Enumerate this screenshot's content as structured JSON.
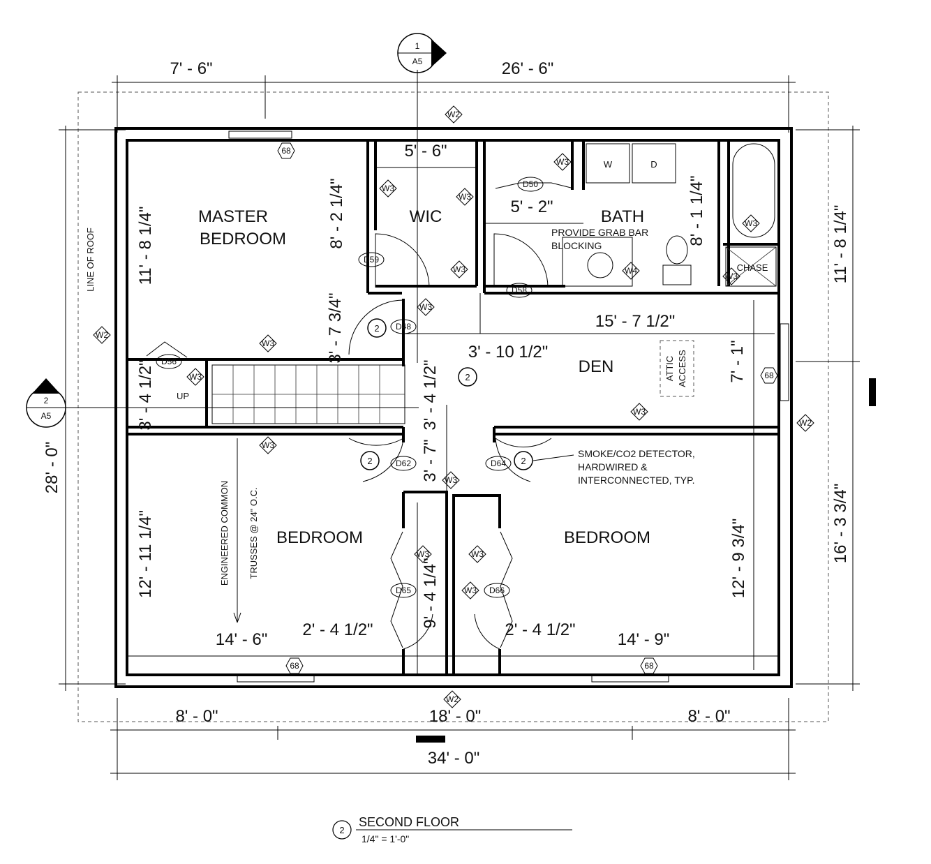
{
  "rooms": {
    "master_bedroom_line1": "MASTER",
    "master_bedroom_line2": "BEDROOM",
    "wic": "WIC",
    "bath": "BATH",
    "den": "DEN",
    "bedroom_left": "BEDROOM",
    "bedroom_right": "BEDROOM",
    "chase": "CHASE",
    "up": "UP",
    "attic_line1": "ATTIC",
    "attic_line2": "ACCESS",
    "washer": "W",
    "dryer": "D"
  },
  "dimensions": {
    "top_left": "7' - 6\"",
    "top_right": "26' - 6\"",
    "bottom_left": "8' - 0\"",
    "bottom_middle": "18' - 0\"",
    "bottom_right": "8' - 0\"",
    "overall_width": "34' - 0\"",
    "overall_depth": "28' - 0\"",
    "right_upper": "11' - 8 1/4\"",
    "right_lower": "16' - 3 3/4\"",
    "master_height": "11' - 8 1/4\"",
    "master_wic_wall": "8' - 2 1/4\"",
    "wic_width": "5' - 6\"",
    "bath_width": "5' - 2\"",
    "bath_height": "8' - 1 1/4\"",
    "hall_upper": "3' - 7 3/4\"",
    "hall_left": "3' - 4 1/2\"",
    "hall_mid": "3' - 4 1/2\"",
    "hall_low": "3' - 7\"",
    "den_width": "15' - 7 1/2\"",
    "den_offset": "3' - 10 1/2\"",
    "den_height": "7' - 1\"",
    "left_bed_height": "12' - 11 1/4\"",
    "left_bed_width": "14' - 6\"",
    "right_bed_height": "12' - 9 3/4\"",
    "right_bed_width": "14' - 9\"",
    "closet_left": "2' - 4 1/2\"",
    "closet_right": "2' - 4 1/2\"",
    "closet_depth": "9' - 4 1/4\""
  },
  "notes": {
    "line_of_roof": "LINE OF ROOF",
    "grab_bar_line1": "PROVIDE GRAB BAR",
    "grab_bar_line2": "BLOCKING",
    "smoke_line1": "SMOKE/CO2 DETECTOR,",
    "smoke_line2": "HARDWIRED &",
    "smoke_line3": "INTERCONNECTED, TYP.",
    "trusses_line1": "ENGINEERED COMMON",
    "trusses_line2": "TRUSSES @ 24\" O.C."
  },
  "tags": {
    "w2": "W2",
    "w3": "W3",
    "w4": "W4",
    "win68": "68",
    "d48": "D48",
    "d50": "D50",
    "d56": "D56",
    "d58": "D58",
    "d59": "D59",
    "d62": "D62",
    "d64": "D64",
    "d65": "D65",
    "d66": "D66",
    "detail2": "2"
  },
  "sections": {
    "top_number": "1",
    "top_sheet": "A5",
    "left_number": "2",
    "left_sheet": "A5"
  },
  "title": {
    "number": "2",
    "name": "SECOND FLOOR",
    "scale": "1/4\" = 1'-0\""
  }
}
